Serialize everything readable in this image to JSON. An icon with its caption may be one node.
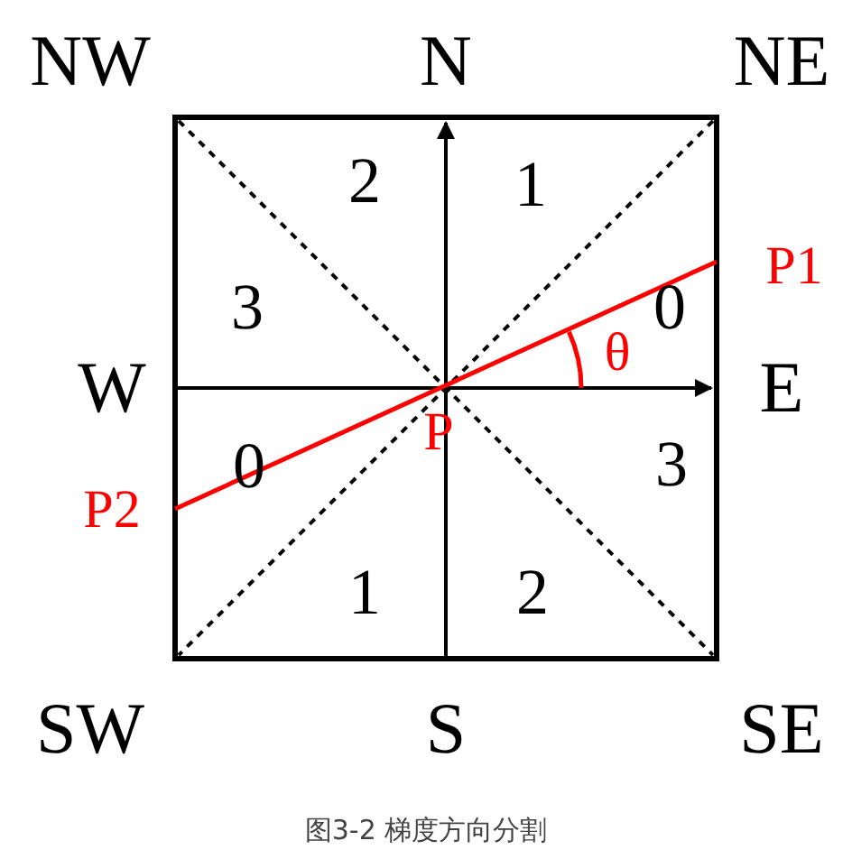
{
  "diagram": {
    "caption": "图3-2 梯度方向分割",
    "labels": [
      "NW",
      "N",
      "NE",
      "2",
      "1",
      "P1",
      "3",
      "0",
      "θ",
      "W",
      "E",
      "P",
      "0",
      "3",
      "P2",
      "1",
      "2",
      "SW",
      "S",
      "SE"
    ]
  }
}
